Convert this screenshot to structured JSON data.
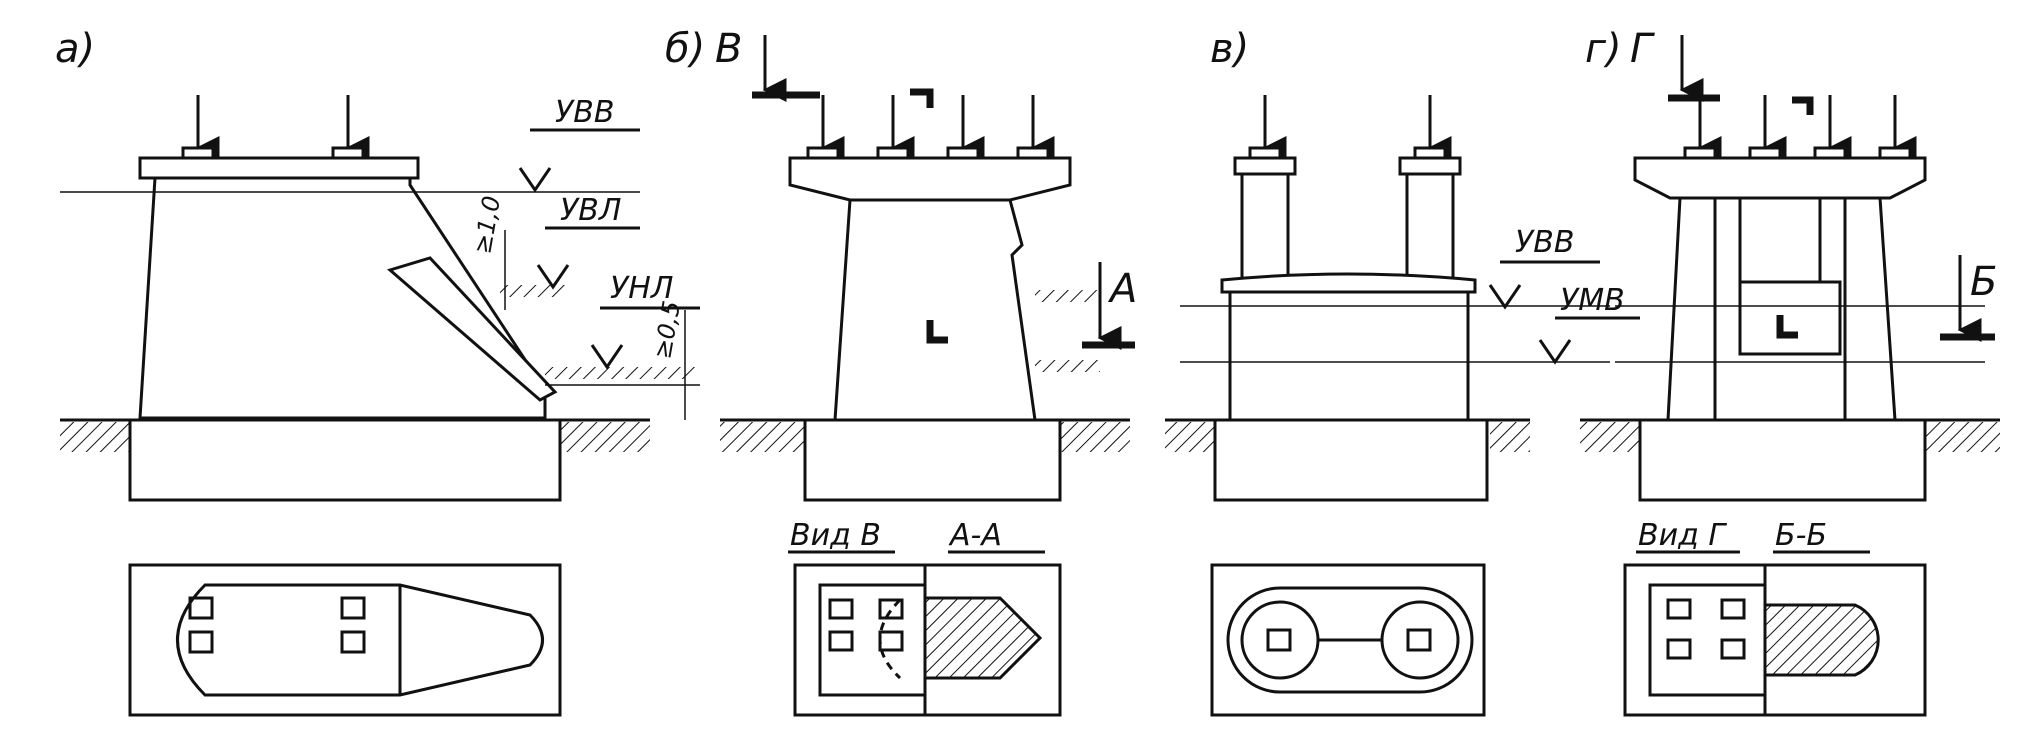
{
  "panels": {
    "a": {
      "label": "а)",
      "levels": [
        "УВВ",
        "УВЛ",
        "УНЛ"
      ],
      "dims": [
        "≥1,0",
        "≥0,5"
      ]
    },
    "b": {
      "label": "б)",
      "view_letter": "В",
      "section_letter": "А",
      "view_caption": "Вид В",
      "section_caption": "А-А"
    },
    "v": {
      "label": "в)",
      "levels": [
        "УВВ",
        "УМВ"
      ]
    },
    "g": {
      "label": "г)",
      "view_letter": "Г",
      "section_letter": "Б",
      "view_caption": "Вид Г",
      "section_caption": "Б-Б"
    }
  }
}
